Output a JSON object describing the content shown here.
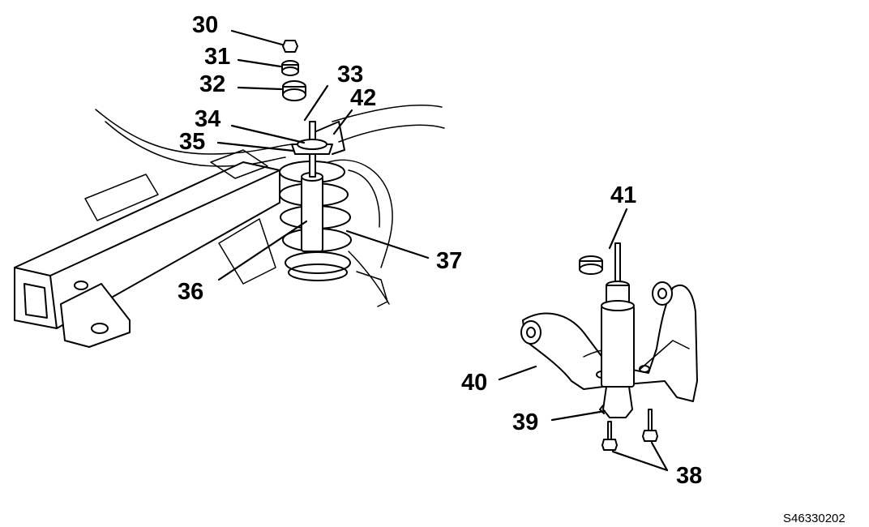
{
  "callouts": {
    "c30": "30",
    "c31": "31",
    "c32": "32",
    "c33": "33",
    "c34": "34",
    "c35": "35",
    "c36": "36",
    "c37": "37",
    "c38": "38",
    "c39": "39",
    "c40": "40",
    "c41": "41",
    "c42": "42"
  },
  "figure_id": "S46330202"
}
